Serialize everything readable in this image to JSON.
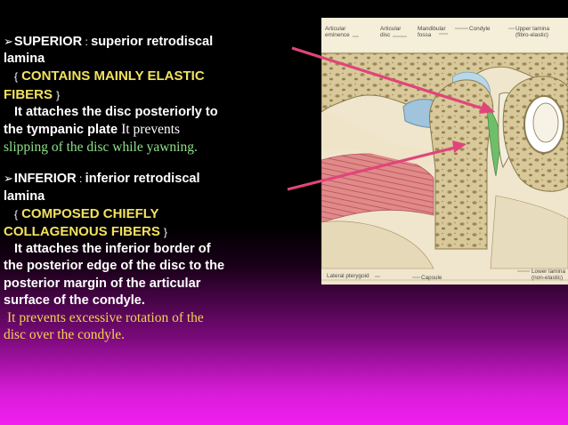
{
  "colors": {
    "background_top": "#000000",
    "background_bottom": "#f21ff2",
    "heading_text": "#ffffff",
    "highlight_text": "#f2e25e",
    "note_text_green": "#8fe08a",
    "note_text_yellow": "#f2d450",
    "pointer_arrow": "#e0457a"
  },
  "superior": {
    "bullet": "➢",
    "title": "SUPERIOR",
    "sep": " : ",
    "name_part1": "superior retrodiscal",
    "name_part2": "lamina",
    "open_bracket": "{",
    "fibers_part1": "CONTAINS MAINLY ELASTIC",
    "fibers_part2": "FIBERS",
    "close_bracket": "}",
    "attach_line1": "It attaches the disc posteriorly to",
    "attach_line2_bold": "the tympanic plate",
    "attach_line2_note": "It prevents",
    "note_line2": "slipping of the disc while yawning."
  },
  "inferior": {
    "bullet": "➢",
    "title": "INFERIOR",
    "sep": " : ",
    "name_part1": "inferior retrodiscal",
    "name_part2": "lamina",
    "open_bracket": "{",
    "fibers_part1": "COMPOSED CHIEFLY",
    "fibers_part2": "COLLAGENOUS FIBERS",
    "close_bracket": "}",
    "attach_line1": "It attaches the inferior border of",
    "attach_line2": "the posterior edge of the disc to the",
    "attach_line3": "posterior margin of the articular",
    "attach_line4": "surface of the condyle",
    "attach_end": ".",
    "note_line1": "It prevents excessive rotation of the",
    "note_line2": "disc over the condyle."
  },
  "figure": {
    "labels": {
      "articular_eminence_1": "Articular",
      "articular_eminence_2": "eminence",
      "articular_disc_1": "Articular",
      "articular_disc_2": "disc",
      "mandibular_fossa_1": "Mandibular",
      "mandibular_fossa_2": "fossa",
      "condyle": "Condyle",
      "upper_lamina_1": "Upper lamina",
      "upper_lamina_2": "(fibro-elastic)",
      "lateral_pterygoid": "Lateral pterygoid",
      "capsule": "Capsule",
      "lower_lamina_1": "Lower lamina",
      "lower_lamina_2": "(non-elastic)"
    }
  }
}
